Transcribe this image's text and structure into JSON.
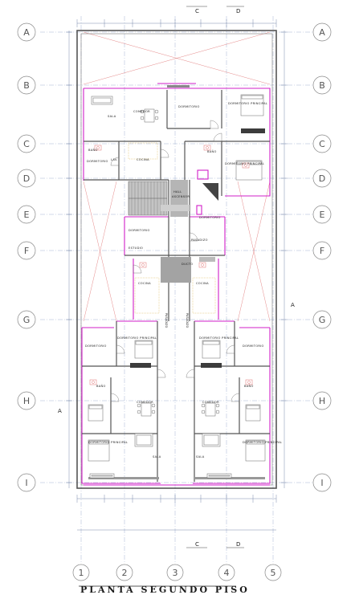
{
  "title": "PLANTA SEGUNDO PISO",
  "colors": {
    "wall": "#555555",
    "wall_dark": "#333333",
    "partition": "#d21fc8",
    "axis": "#8fa2c8",
    "dim": "#5a6f9a",
    "stair_fill": "#aaaaaa",
    "fixture": "#e07070",
    "diagonal": "#e58a8a",
    "label": "#1a1a1a"
  },
  "grid": {
    "rows": [
      "A",
      "B",
      "C",
      "D",
      "E",
      "F",
      "G",
      "H",
      "I"
    ],
    "columns": [
      "1",
      "2",
      "3",
      "4",
      "5"
    ]
  },
  "cut_marks": {
    "top": [
      "C",
      "D"
    ],
    "bottom": [
      "C",
      "D"
    ],
    "left": [
      "A"
    ],
    "right": [
      "A"
    ]
  },
  "rooms": {
    "comedor": "COMEDOR",
    "sala": "SALA",
    "dormitorio_principal": "DORMITORIO PRINCIPAL",
    "dormitorio_1": "DORMITORIO",
    "dormitorio_2": "DORMITORIO",
    "cocina": "COCINA",
    "lavanderia": "LAV.",
    "bano": "BAÑO",
    "estudio": "ESTUDIO",
    "hall": "HALL",
    "ascensor": "ASCENSOR",
    "escalera": "ESCALERA",
    "ducto": "DUCTO",
    "pasadizo": "PASADIZO"
  }
}
